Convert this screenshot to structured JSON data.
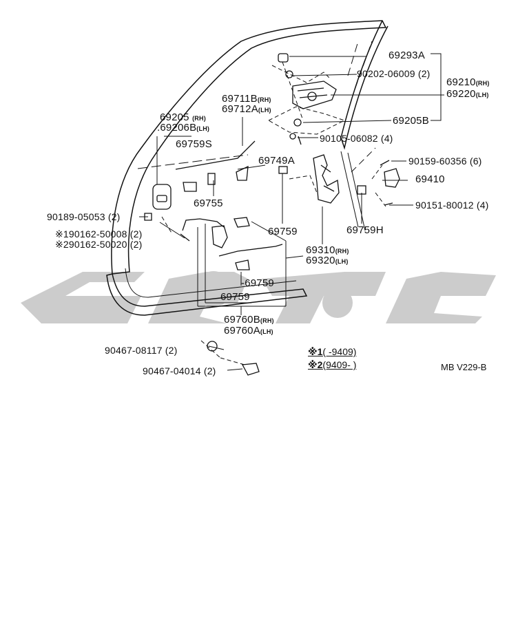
{
  "parts": {
    "p69293A": "69293A",
    "p90202": "90202-06009",
    "p90202_qty": "(2)",
    "p69210": "69210",
    "p69210_side": "(RH)",
    "p69220": "69220",
    "p69220_side": "(LH)",
    "p69711B": "69711B",
    "p69711B_side": "(RH)",
    "p69712A": "69712A",
    "p69712A_side": "(LH)",
    "p69205": "69205",
    "p69205_side": "(RH)",
    "p69206B": "69206B",
    "p69206B_side": "(LH)",
    "p69205B": "69205B",
    "p90105": "90105-06082",
    "p90105_qty": "(4)",
    "p69759S": "69759S",
    "p69749A": "69749A",
    "p90159": "90159-60356",
    "p90159_qty": "(6)",
    "p69410": "69410",
    "p69755": "69755",
    "p90151": "90151-80012",
    "p90151_qty": "(4)",
    "p90189": "90189-05053",
    "p90189_qty": "(2)",
    "p90162a": "※190162-50008",
    "p90162a_qty": "(2)",
    "p90162b": "※290162-50020",
    "p90162b_qty": "(2)",
    "p69759_top": "69759",
    "p69759H": "69759H",
    "p69310": "69310",
    "p69310_side": "(RH)",
    "p69320": "69320",
    "p69320_side": "(LH)",
    "p69759_mid": "-69759",
    "p69759_low": "69759",
    "p69760B": "69760B",
    "p69760B_side": "(RH)",
    "p69760A": "69760A",
    "p69760A_side": "(LH)",
    "p90467a": "90467-08117",
    "p90467a_qty": "(2)",
    "p90467b": "90467-04014",
    "p90467b_qty": "(2)"
  },
  "notes": {
    "n1_mark": "※1",
    "n1_text": "(      -9409)",
    "n2_mark": "※2",
    "n2_text": "(9409-        )"
  },
  "diagram_code": "MB V229-B",
  "colors": {
    "line": "#111111",
    "watermark": "#cccccc"
  }
}
